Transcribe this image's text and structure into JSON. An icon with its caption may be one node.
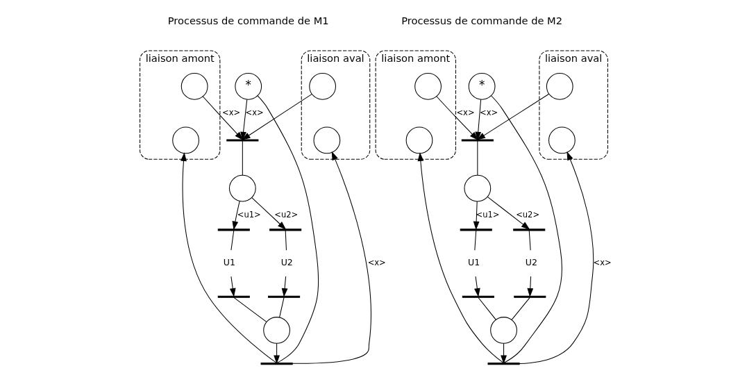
{
  "diagram": {
    "nodes": [
      {
        "text": [
          "liaison amont"
        ]
      },
      {
        "text": [],
        "shape": "circle",
        "in": 0
      },
      {
        "text": [],
        "shape": "circle",
        "in": 0
      },
      {
        "text": [
          "*"
        ]
      },
      {
        "text": [],
        "shape": "bar"
      },
      {
        "text": [],
        "shape": "circle"
      },
      {
        "text": [],
        "shape": "bar"
      },
      {
        "text": [],
        "shape": "bar"
      },
      {
        "text": [
          "U1"
        ]
      },
      {
        "text": [
          "U2"
        ]
      },
      {
        "text": [],
        "shape": "bar"
      },
      {
        "text": [],
        "shape": "bar"
      },
      {
        "text": [],
        "shape": "circle"
      },
      {
        "text": [],
        "shape": "bar"
      },
      {
        "text": [
          "liaison aval"
        ]
      },
      {
        "text": [],
        "shape": "circle",
        "in": 14
      },
      {
        "text": [],
        "shape": "circle",
        "in": 14
      },
      {
        "text": [
          "liaison amont"
        ]
      },
      {
        "text": [],
        "shape": "circle",
        "in": 17
      },
      {
        "text": [],
        "shape": "circle",
        "in": 17
      },
      {
        "text": [
          "*"
        ]
      },
      {
        "text": [],
        "shape": "bar"
      },
      {
        "text": [],
        "shape": "circle"
      },
      {
        "text": [],
        "shape": "bar"
      },
      {
        "text": [],
        "shape": "bar"
      },
      {
        "text": [
          "U1"
        ]
      },
      {
        "text": [
          "U2"
        ]
      },
      {
        "text": [],
        "shape": "bar"
      },
      {
        "text": [],
        "shape": "bar"
      },
      {
        "text": [],
        "shape": "circle"
      },
      {
        "text": [],
        "shape": "bar"
      },
      {
        "text": [
          "liaison aval"
        ]
      },
      {
        "text": [],
        "shape": "circle",
        "in": 31
      },
      {
        "text": [],
        "shape": "circle",
        "in": 31
      }
    ],
    "edges": [
      {
        "from": 3,
        "to": 4,
        "arrow": "to",
        "label": "<x>"
      },
      {
        "from": 1,
        "to": 4,
        "arrow": "to",
        "label": "<x>"
      },
      {
        "from": 15,
        "to": 4,
        "arrow": "to"
      },
      {
        "from": 4,
        "to": 5,
        "arrow": "none"
      },
      {
        "from": 5,
        "to": 6,
        "arrow": "to",
        "label": "<u1>"
      },
      {
        "from": 5,
        "to": 7,
        "arrow": "to",
        "label": "<u2>"
      },
      {
        "from": 6,
        "to": 8,
        "arrow": "none"
      },
      {
        "from": 7,
        "to": 9,
        "arrow": "none"
      },
      {
        "from": 8,
        "to": 10,
        "arrow": "to"
      },
      {
        "from": 9,
        "to": 11,
        "arrow": "to"
      },
      {
        "from": 10,
        "to": 12,
        "arrow": "none"
      },
      {
        "from": 11,
        "to": 12,
        "arrow": "none"
      },
      {
        "from": 12,
        "to": 13,
        "arrow": "to"
      },
      {
        "from": 13,
        "to": 2,
        "arrow": "to"
      },
      {
        "from": 13,
        "to": 16,
        "arrow": "to",
        "label": "<x>"
      },
      {
        "from": 13,
        "to": 3,
        "arrow": "none"
      },
      {
        "from": 20,
        "to": 21,
        "arrow": "to",
        "label": "<x>"
      },
      {
        "from": 18,
        "to": 21,
        "arrow": "to",
        "label": "<x>"
      },
      {
        "from": 32,
        "to": 21,
        "arrow": "to"
      },
      {
        "from": 21,
        "to": 22,
        "arrow": "none"
      },
      {
        "from": 22,
        "to": 23,
        "arrow": "to",
        "label": "<u1>"
      },
      {
        "from": 22,
        "to": 24,
        "arrow": "to",
        "label": "<u2>"
      },
      {
        "from": 23,
        "to": 25,
        "arrow": "none"
      },
      {
        "from": 24,
        "to": 26,
        "arrow": "none"
      },
      {
        "from": 25,
        "to": 27,
        "arrow": "to"
      },
      {
        "from": 26,
        "to": 28,
        "arrow": "to"
      },
      {
        "from": 27,
        "to": 29,
        "arrow": "none"
      },
      {
        "from": 28,
        "to": 29,
        "arrow": "none"
      },
      {
        "from": 29,
        "to": 30,
        "arrow": "to"
      },
      {
        "from": 30,
        "to": 19,
        "arrow": "to"
      },
      {
        "from": 30,
        "to": 33,
        "arrow": "to",
        "label": "<x>"
      },
      {
        "from": 30,
        "to": 20,
        "arrow": "none"
      }
    ],
    "labels": [
      "Processus de commande de M1",
      "Processus de commande de M2"
    ]
  }
}
